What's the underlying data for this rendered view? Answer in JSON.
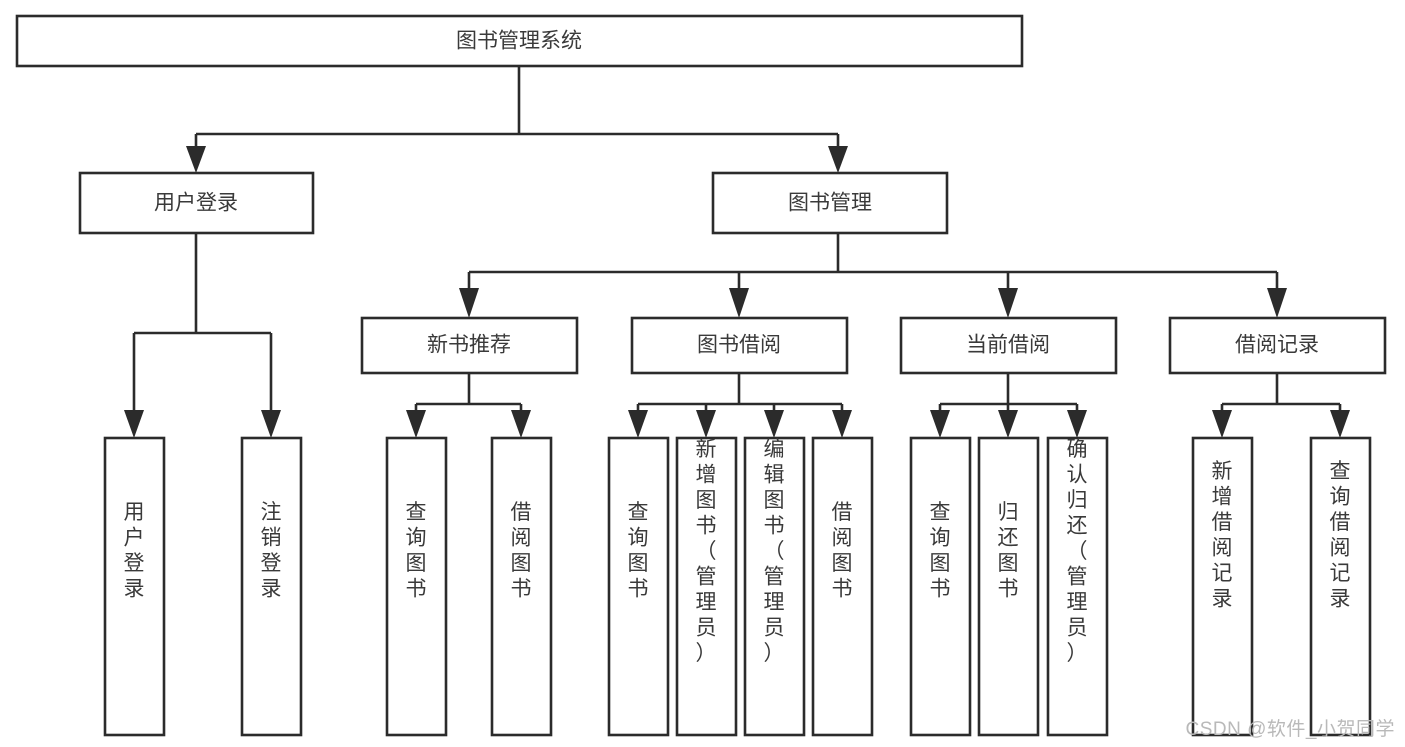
{
  "diagram": {
    "type": "tree-hierarchy-chart",
    "title": "图书管理系统",
    "background_color": "#ffffff",
    "line_color": "#2b2b2b",
    "text_color": "#3a3a3a",
    "box_fill": "#ffffff",
    "levels": 3,
    "root": {
      "id": "root",
      "label": "图书管理系统",
      "orientation": "horizontal"
    },
    "level2": [
      {
        "id": "user-login",
        "label": "用户登录",
        "orientation": "horizontal"
      },
      {
        "id": "book-manage",
        "label": "图书管理",
        "orientation": "horizontal"
      }
    ],
    "level3": [
      {
        "id": "new-book-recommend",
        "label": "新书推荐",
        "orientation": "horizontal",
        "parent": "book-manage"
      },
      {
        "id": "book-borrow",
        "label": "图书借阅",
        "orientation": "horizontal",
        "parent": "book-manage"
      },
      {
        "id": "current-borrow",
        "label": "当前借阅",
        "orientation": "horizontal",
        "parent": "book-manage"
      },
      {
        "id": "borrow-record",
        "label": "借阅记录",
        "orientation": "horizontal",
        "parent": "book-manage"
      }
    ],
    "leaves": [
      {
        "id": "leaf-user-login",
        "label": "用户登录",
        "orientation": "vertical",
        "parent": "user-login"
      },
      {
        "id": "leaf-logout-login",
        "label": "注销登录",
        "orientation": "vertical",
        "parent": "user-login"
      },
      {
        "id": "leaf-query-book-1",
        "label": "查询图书",
        "orientation": "vertical",
        "parent": "new-book-recommend"
      },
      {
        "id": "leaf-borrow-book-1",
        "label": "借阅图书",
        "orientation": "vertical",
        "parent": "new-book-recommend"
      },
      {
        "id": "leaf-query-book-2",
        "label": "查询图书",
        "orientation": "vertical",
        "parent": "book-borrow"
      },
      {
        "id": "leaf-add-book",
        "label": "新增图书（管理员）",
        "orientation": "vertical",
        "parent": "book-borrow"
      },
      {
        "id": "leaf-edit-book",
        "label": "编辑图书（管理员）",
        "orientation": "vertical",
        "parent": "book-borrow"
      },
      {
        "id": "leaf-borrow-book-2",
        "label": "借阅图书",
        "orientation": "vertical",
        "parent": "book-borrow"
      },
      {
        "id": "leaf-query-book-3",
        "label": "查询图书",
        "orientation": "vertical",
        "parent": "current-borrow"
      },
      {
        "id": "leaf-return-book",
        "label": "归还图书",
        "orientation": "vertical",
        "parent": "current-borrow"
      },
      {
        "id": "leaf-confirm-return",
        "label": "确认归还（管理员）",
        "orientation": "vertical",
        "parent": "current-borrow"
      },
      {
        "id": "leaf-add-record",
        "label": "新增借阅记录",
        "orientation": "vertical",
        "parent": "borrow-record"
      },
      {
        "id": "leaf-query-record",
        "label": "查询借阅记录",
        "orientation": "vertical",
        "parent": "borrow-record"
      }
    ]
  },
  "watermark": {
    "text": "CSDN @软件_小贺同学"
  }
}
